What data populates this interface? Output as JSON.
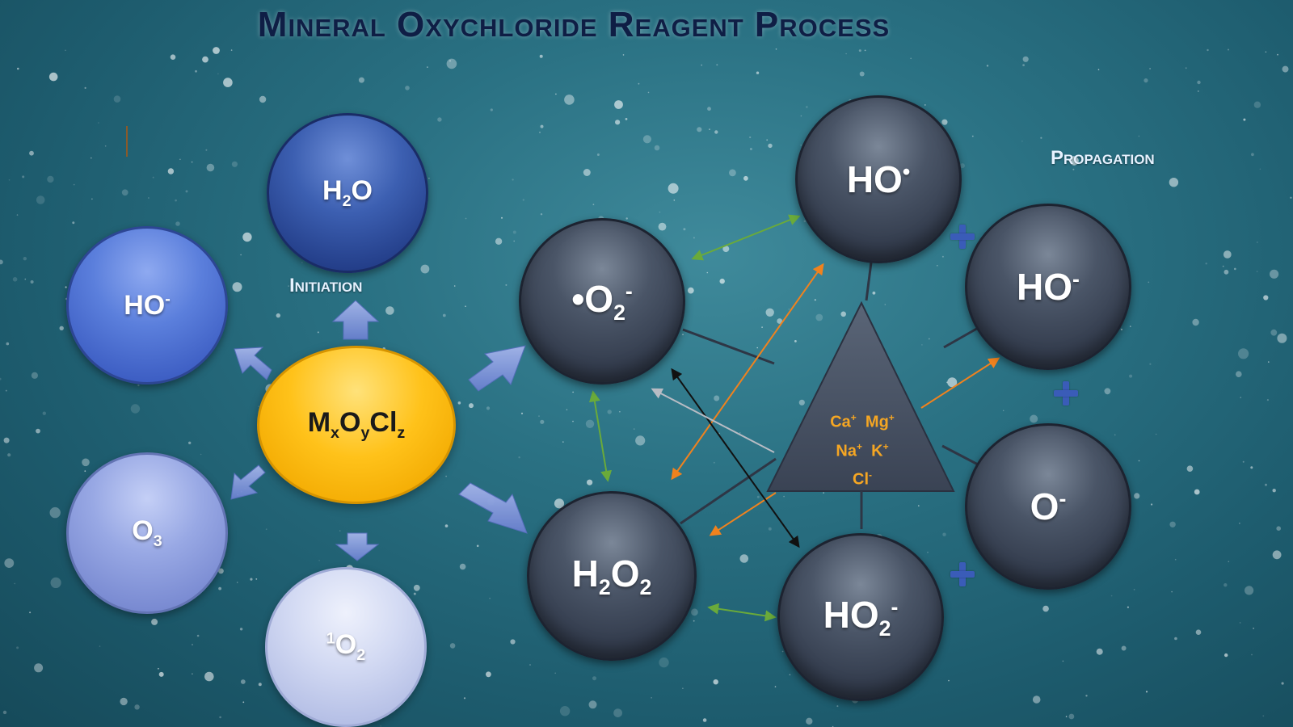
{
  "title": "Mineral Oxychloride Reagent Process",
  "labels": {
    "initiation": "Initiation",
    "propagation": "Propagation"
  },
  "initiation_bubbles": {
    "center": {
      "base": "M",
      "sub1": "x",
      "mid": "O",
      "sub2": "y",
      "end": "Cl",
      "sub3": "z"
    },
    "h2o": {
      "base": "H",
      "sub": "2",
      "end": "O"
    },
    "ho_minus": {
      "base": "HO",
      "sup": "-"
    },
    "o3": {
      "base": "O",
      "sub": "3"
    },
    "singlet_o2": {
      "sup": "1",
      "base": "O",
      "sub": "2"
    }
  },
  "propagation_bubbles": {
    "superoxide": {
      "dot": "•",
      "base": "O",
      "sub": "2",
      "sup": "-"
    },
    "hydroxyl_radical": {
      "base": "HO",
      "sup": "•"
    },
    "hydroxide": {
      "base": "HO",
      "sup": "-"
    },
    "oxide": {
      "base": "O",
      "sup": "-"
    },
    "hydroperoxide": {
      "base": "HO",
      "sub": "2",
      "sup": "-"
    },
    "h2o2": {
      "b1": "H",
      "s1": "2",
      "b2": "O",
      "s2": "2"
    }
  },
  "ions": {
    "ca": "Ca",
    "mg": "Mg",
    "na": "Na",
    "k": "K",
    "cl": "Cl",
    "plus": "+",
    "minus": "-"
  },
  "colors": {
    "accent_yellow": "#ffc21a",
    "dark_bubble": "#3a4354",
    "ion_text": "#f5a623",
    "arrow_green": "#6aaa3a",
    "arrow_orange": "#f0821e",
    "arrow_black": "#111111",
    "arrow_grey": "#b8bcc4",
    "plus_blue": "#3a5cb8"
  }
}
